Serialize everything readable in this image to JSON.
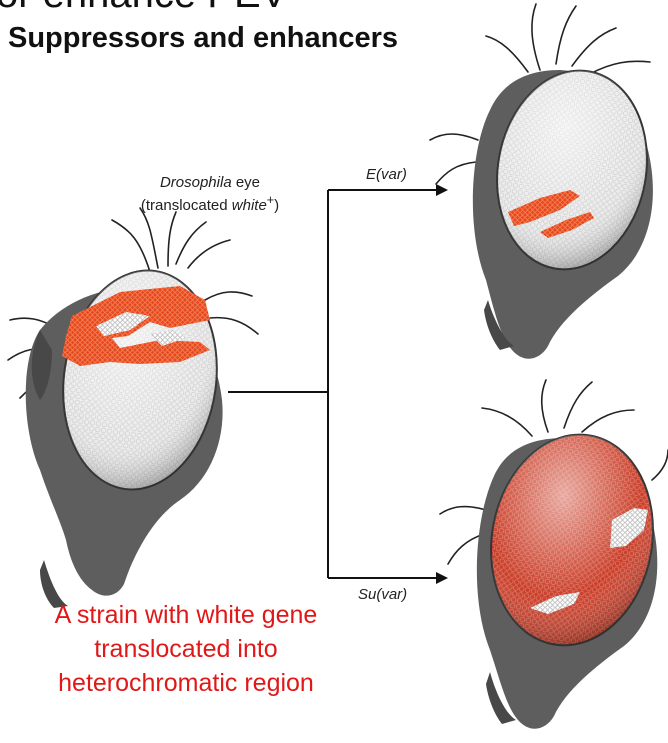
{
  "header": {
    "top_title": "or enhance PEV",
    "subtitle": "Suppressors and enhancers"
  },
  "source_fly": {
    "label_line1_italic": "Drosophila",
    "label_line1_rest": " eye",
    "label_line2_prefix": "(translocated ",
    "label_line2_italic": "white",
    "label_line2_sup": "+",
    "label_line2_suffix": ")"
  },
  "branches": [
    {
      "label": "E(var)"
    },
    {
      "label": "Su(var)"
    }
  ],
  "caption": {
    "line1": "A strain with white gene",
    "line2": "translocated into",
    "line3": "heterochromatic region"
  },
  "colors": {
    "caption": "#e01818",
    "red_facets": "#e8461b",
    "eye_white": "#ececec",
    "eye_red": "#c83f2c",
    "fly_body": "#5e5e5e"
  }
}
